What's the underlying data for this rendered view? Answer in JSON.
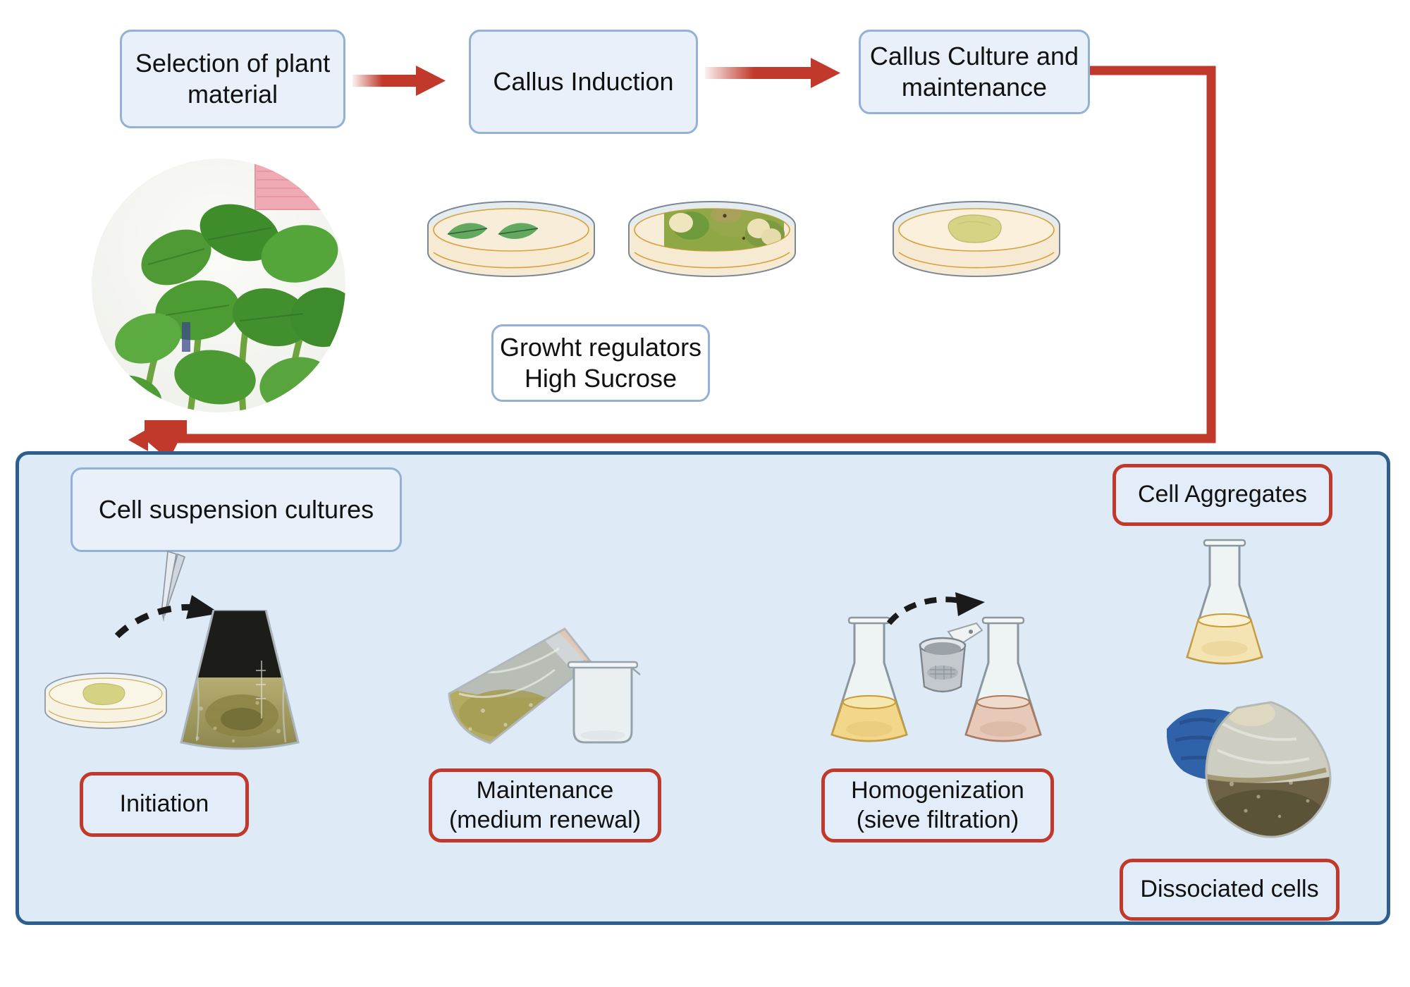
{
  "diagram": {
    "title": "Plant cell suspension culture workflow",
    "colors": {
      "arrow_red": "#c0392b",
      "box_blue_fill": "#e9f0fa",
      "box_blue_border": "#93b0d8",
      "panel_fill": "#dfeaf7",
      "panel_border": "#2c5f8d",
      "red_label_border": "#c0392b"
    }
  },
  "top_row": {
    "step1": {
      "label": "Selection of plant\nmaterial"
    },
    "step2": {
      "label": "Callus Induction"
    },
    "step3": {
      "label": "Callus Culture and\nmaintenance"
    }
  },
  "notes": {
    "growth_regulators": {
      "label": "Growht regulators\nHigh Sucrose"
    }
  },
  "panel": {
    "entry_label": {
      "label": "Cell suspension cultures"
    },
    "stages": [
      {
        "name": "initiation",
        "label": "Initiation"
      },
      {
        "name": "maintenance",
        "label": "Maintenance\n(medium renewal)"
      },
      {
        "name": "homogenization",
        "label": "Homogenization\n(sieve filtration)"
      }
    ],
    "outputs": [
      {
        "name": "cell-aggregates",
        "label": "Cell Aggregates"
      },
      {
        "name": "dissociated-cells",
        "label": "Dissociated cells"
      }
    ]
  },
  "imagery": {
    "plant_photo": "plant-seedlings-photo",
    "petri_leaves": "petri-dish-with-leaf-explants",
    "petri_callus_photo": "petri-dish-with-callus-photo",
    "petri_callus": "petri-dish-with-callus",
    "petri_callus_small": "petri-dish-with-callus-small",
    "forceps": "forceps-icon",
    "flask_initiation": "flask-initiation-photo",
    "flask_maintenance": "flask-maintenance-photo",
    "beaker": "beaker-icon",
    "flask_left": "erlenmeyer-flask-yellow",
    "sieve": "sieve-icon",
    "flask_right": "erlenmeyer-flask-pink",
    "flask_aggregates": "erlenmeyer-flask-aggregates",
    "flask_gloved": "gloved-hand-flask-photo"
  }
}
